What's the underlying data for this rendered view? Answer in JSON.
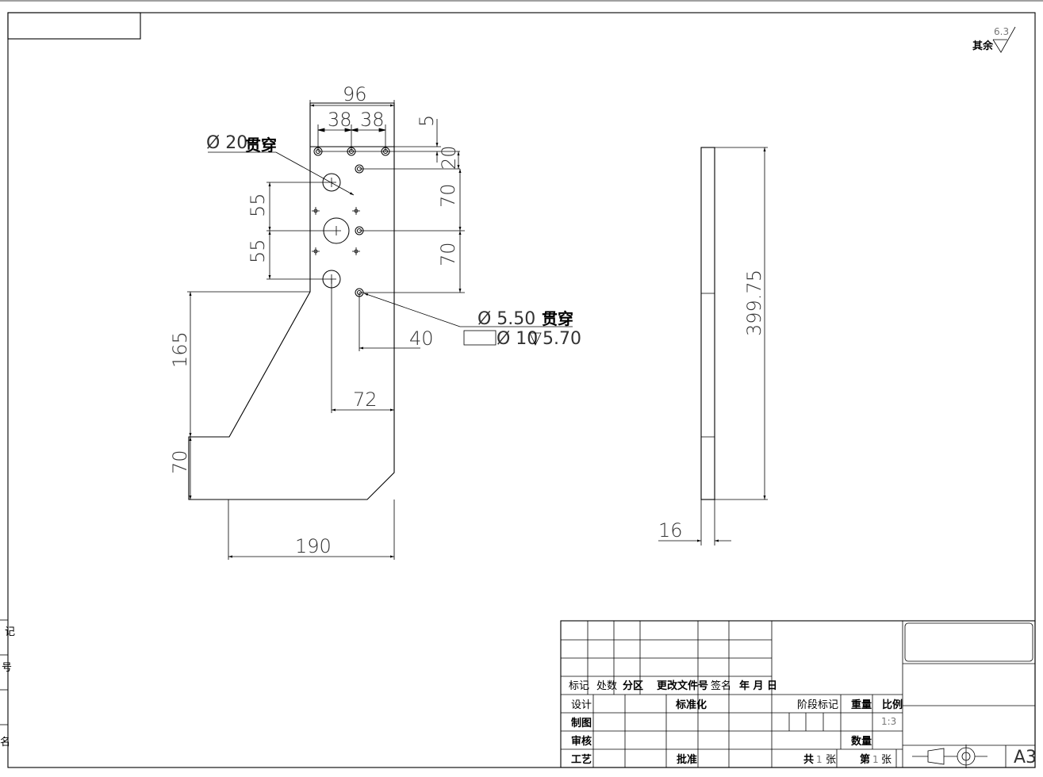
{
  "surface_finish": {
    "prefix": "其余",
    "value": "6.3"
  },
  "front_view": {
    "dims": {
      "top_width": "96",
      "hole_pitch_left": "38",
      "hole_pitch_right": "38",
      "edge_offset": "5",
      "top_hole_offset": "20",
      "vertical_spacing_1": "70",
      "vertical_spacing_2": "70",
      "pattern_spacing_upper": "55",
      "pattern_spacing_lower": "55",
      "small_hole_offset_x": "40",
      "large_hole_offset_x": "72",
      "lower_height": "165",
      "base_height": "70",
      "overall_width": "190"
    },
    "callouts": {
      "large_hole": "Ø 20",
      "large_hole_note": "贯穿",
      "small_hole": "Ø 5.50",
      "small_hole_note": "贯穿",
      "counterbore_dia": "Ø 10",
      "counterbore_depth": "5.70"
    }
  },
  "side_view": {
    "dims": {
      "height": "399.75",
      "thickness": "16"
    }
  },
  "left_margin": {
    "labels": [
      "记",
      "号",
      "",
      "名"
    ]
  },
  "title_block": {
    "header": [
      "标记",
      "处数",
      "分区",
      "更改文件号",
      "签名",
      "年 月 日"
    ],
    "roles": [
      "设计",
      "制图",
      "审核",
      "工艺"
    ],
    "standardization": "标准化",
    "approval": "批准",
    "stage_label": "阶段标记",
    "weight_label": "重量",
    "scale_label": "比例",
    "scale_value": "1:3",
    "quantity_label": "数量",
    "sheet_total_prefix": "共",
    "sheet_total_value": "1",
    "sheet_unit": "张",
    "sheet_num_prefix": "第",
    "sheet_num_value": "1",
    "paper_size": "A3"
  }
}
